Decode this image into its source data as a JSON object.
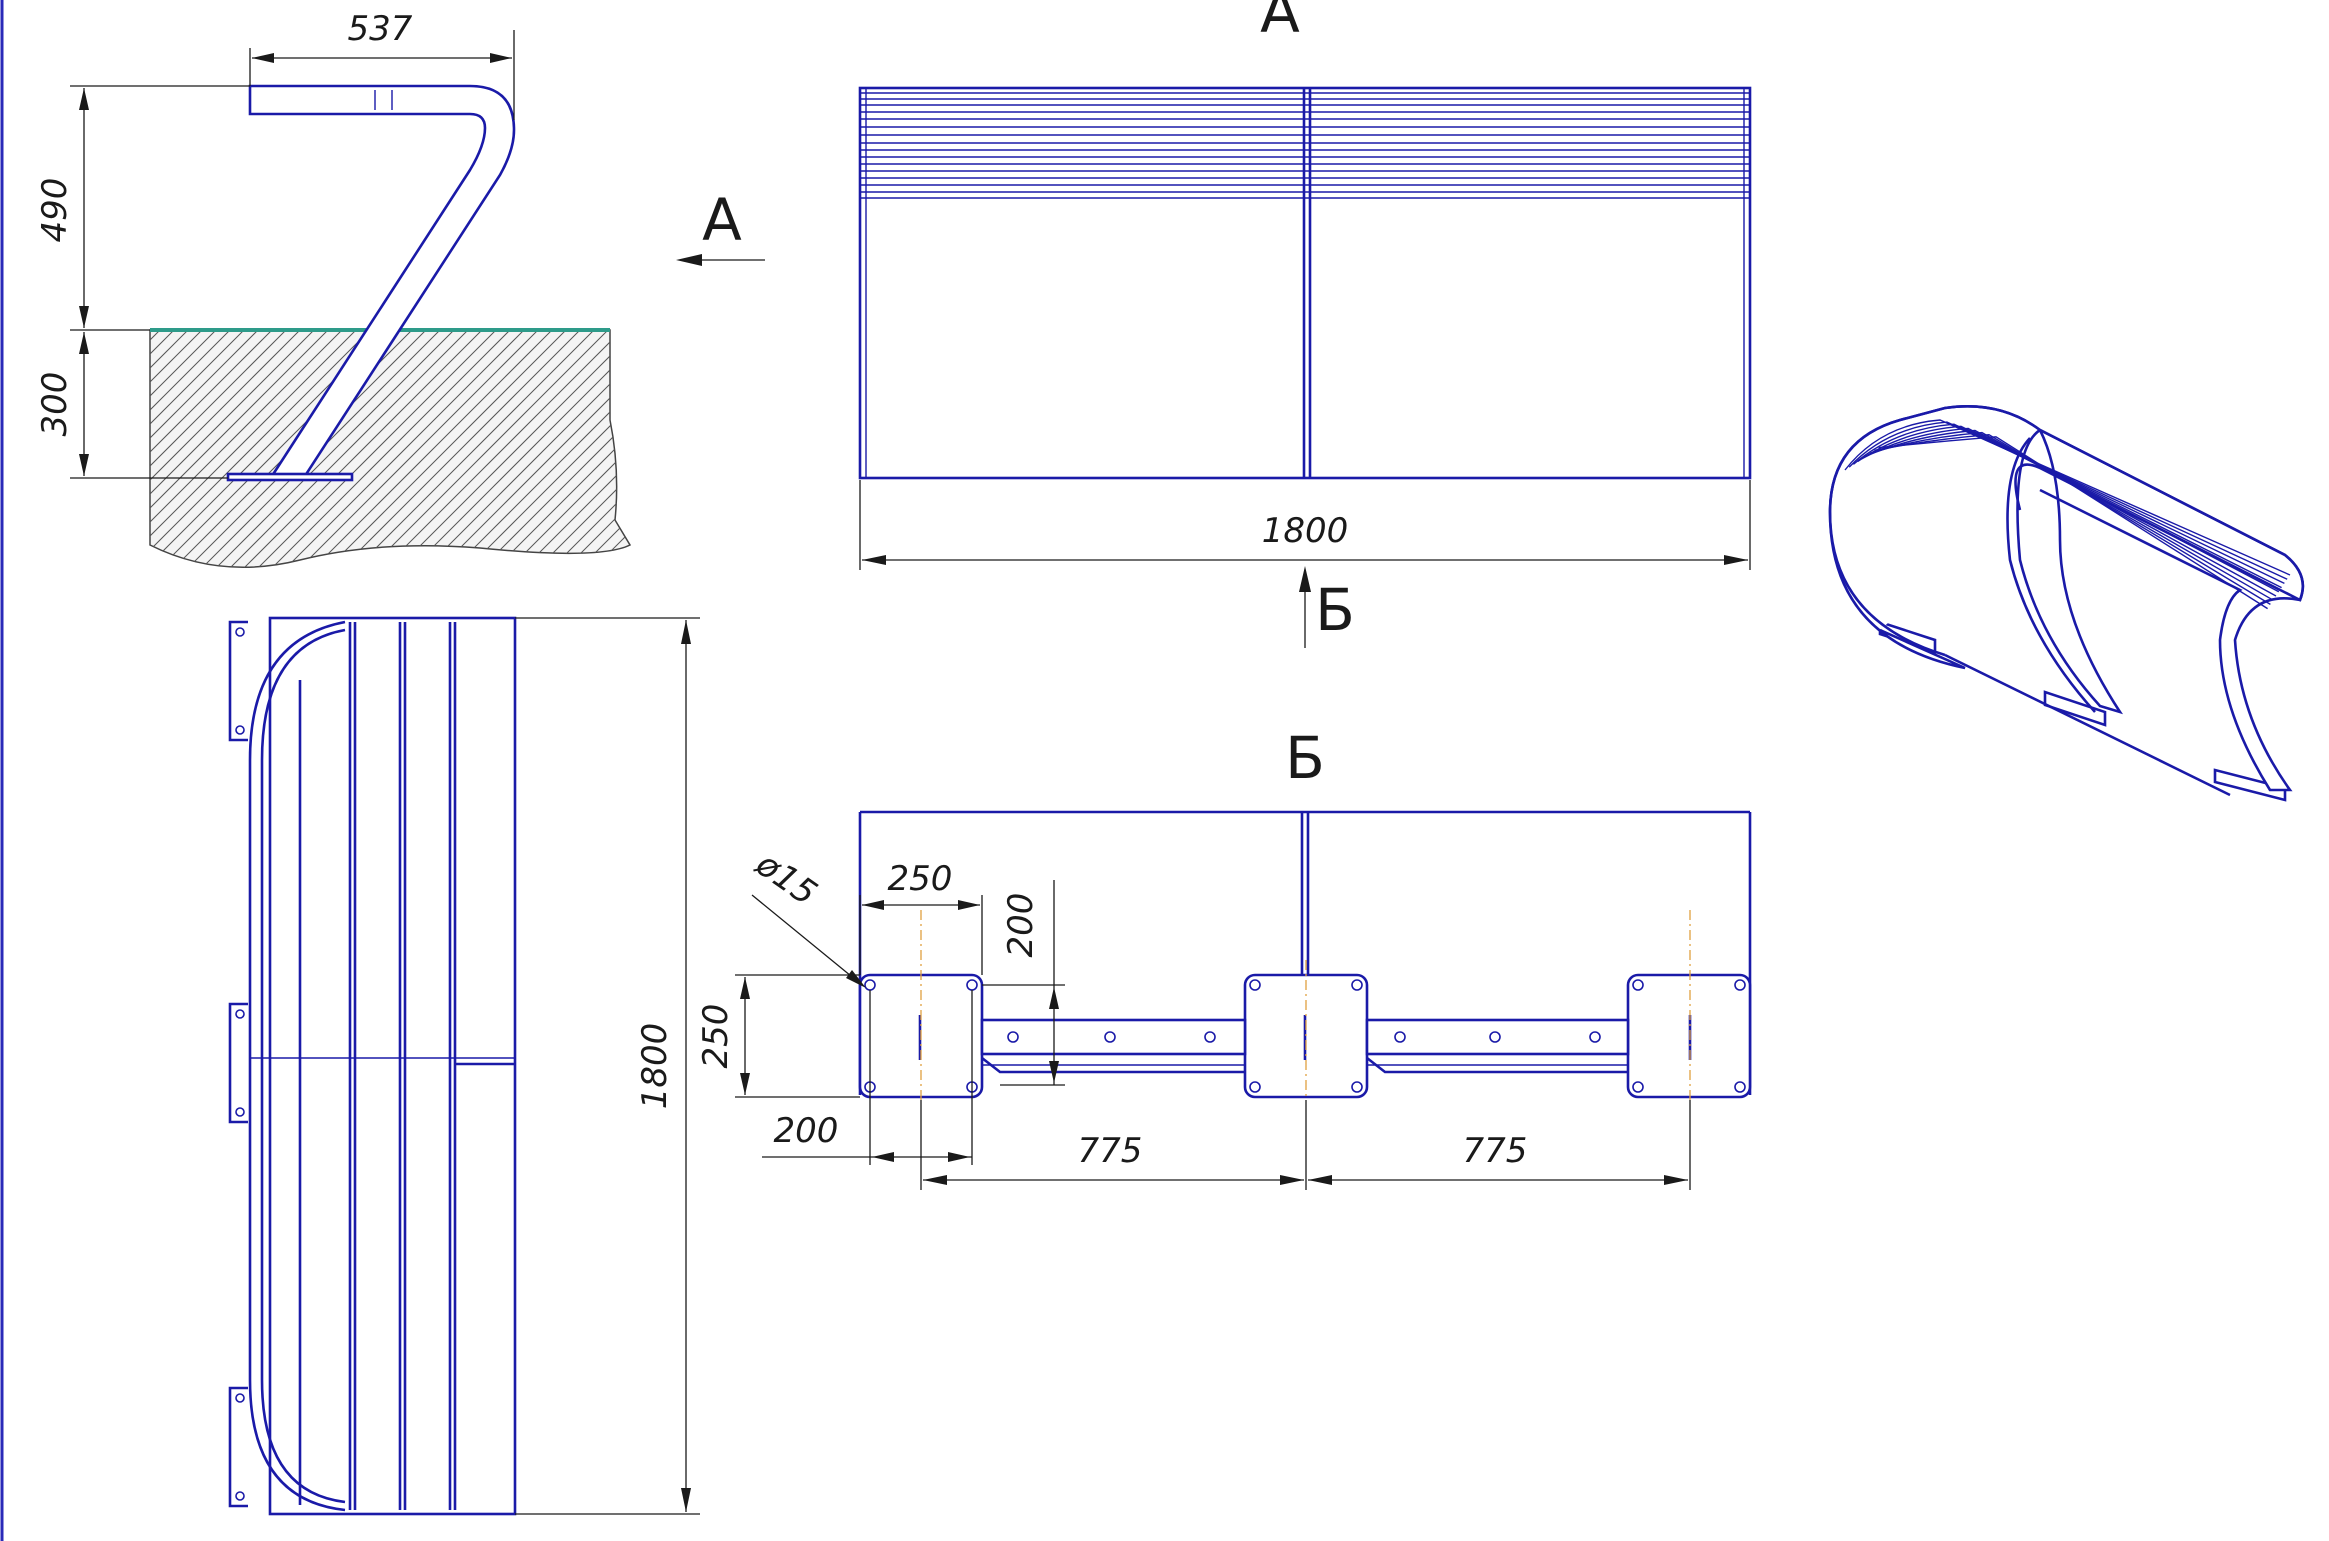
{
  "dimensions": {
    "side_width": "537",
    "side_height_top": "490",
    "side_height_bottom": "300",
    "front_length": "1800",
    "plan_length": "1800",
    "base_plate_width": "250",
    "base_plate_height": "250",
    "base_hole_offset": "200",
    "bar_height": "200",
    "hole_spacing_offset": "200",
    "hole_diameter": "ø15",
    "support_spacing_left": "775",
    "support_spacing_right": "775"
  },
  "view_labels": {
    "view_a_top": "А",
    "view_a_arrow": "А",
    "view_b_arrow": "Б",
    "view_b_title": "Б"
  },
  "colors": {
    "line": "#1a1aa8",
    "ground_line": "#2e9b8a",
    "dimension": "#1a1a1a",
    "centerline": "#e0a040"
  }
}
